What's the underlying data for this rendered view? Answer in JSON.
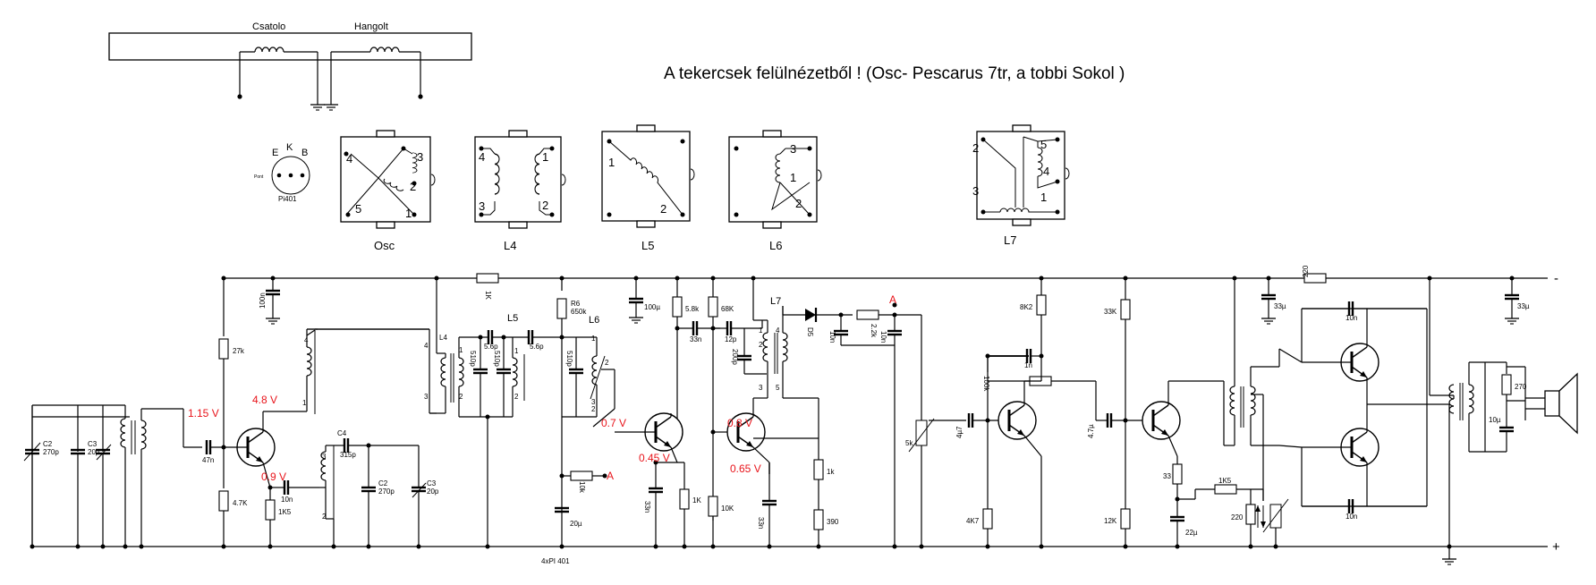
{
  "heading": "A tekercsek felülnézetből ! (Osc- Pescarus 7tr,  a tobbi Sokol )",
  "coupler": {
    "left_label": "Csatolo",
    "right_label": "Hangolt"
  },
  "transistor_pinout": {
    "e": "E",
    "k": "K",
    "b": "B",
    "name": "Pi401",
    "side_mark": "Pont"
  },
  "coils": [
    {
      "name": "Osc",
      "pins": [
        "4",
        "3",
        "2",
        "5",
        "1"
      ]
    },
    {
      "name": "L4",
      "pins": [
        "4",
        "1",
        "3",
        "2"
      ]
    },
    {
      "name": "L5",
      "pins": [
        "1",
        "2"
      ]
    },
    {
      "name": "L6",
      "pins": [
        "3",
        "1",
        "2"
      ]
    },
    {
      "name": "L7",
      "pins": [
        "2",
        "5",
        "4",
        "3",
        "1"
      ]
    }
  ],
  "rails": {
    "minus": "-",
    "plus": "+",
    "bottom_note": "4xPI 401"
  },
  "voltages": [
    "1.15 V",
    "4.8 V",
    "0.9 V",
    "0.7 V",
    "0.45 V",
    "0.8 V",
    "0.65 V",
    "A",
    "A"
  ],
  "parts": {
    "c2a": "C2",
    "c2a_v": "270p",
    "c3a": "C3",
    "c3a_v": "20p",
    "c47n": "47n",
    "r27k": "27k",
    "r47k": "4.7K",
    "c10n_a": "10n",
    "r1k5": "1K5",
    "c4": "C4",
    "c4_v": "315p",
    "c2b": "C2",
    "c2b_v": "270p",
    "c3b": "C3",
    "c3b_v": "20p",
    "c100n": "100n",
    "r1k": "1K",
    "l4": "L4",
    "c510a": "510p",
    "c56a": "5.6p",
    "l5": "L5",
    "c510b": "510p",
    "c56b": "5.6p",
    "l6": "L6",
    "c510c": "510p",
    "r6": "R6",
    "r6_v": "650k",
    "c20u": "20µ",
    "r10k": "10k",
    "c100u": "100µ",
    "r58k": "5.8k",
    "c33n_a": "33n",
    "c33n_b": "33n",
    "r1k_b": "1K",
    "r68k": "68K",
    "c12p": "12p",
    "c200p": "200p",
    "l7": "L7",
    "r10kb": "10K",
    "c33n_c": "33n",
    "r1k_c": "1k",
    "r390": "390",
    "d5": "D5",
    "r22k": "2.2k",
    "c10n_b": "10n",
    "c10n_c": "10n",
    "pot5k": "5k",
    "c4u7_a": "4µ7",
    "r8k2": "8K2",
    "c1n": "1n",
    "r100k": "100k",
    "r4k7": "4K7",
    "c4u7_b": "4.7µ",
    "r33k": "33K",
    "r12k": "12K",
    "r33": "33",
    "r1k5b": "1K5",
    "c22u": "22µ",
    "r220a": "220",
    "r220b": "220",
    "c33u_a": "33µ",
    "c10n_d": "10n",
    "c10n_e": "10n",
    "c33u_b": "33µ",
    "r270": "270",
    "c10u": "10µ"
  }
}
